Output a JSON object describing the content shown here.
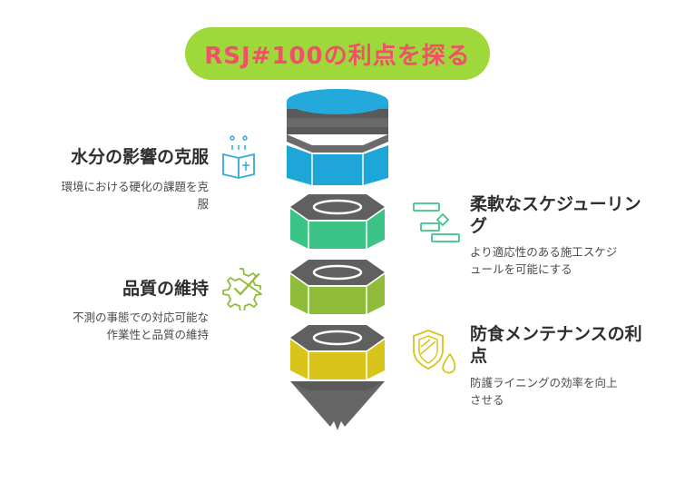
{
  "title": "RSJ#100の利点を探る",
  "items": [
    {
      "title": "水分の影響の克服",
      "desc": "環境における硬化の課題を克服",
      "desc_line1": "環境における硬化の課題を克",
      "desc_line2": "服",
      "icon": "book-droplets-icon",
      "color": "#2eaadc"
    },
    {
      "title_line1": "柔軟なスケジューリン",
      "title_line2": "グ",
      "desc_line1": "より適応性のある施工スケジ",
      "desc_line2": "ュールを可能にする",
      "icon": "schedule-gantt-icon",
      "color": "#3cc488"
    },
    {
      "title": "品質の維持",
      "desc_line1": "不測の事態での対応可能な",
      "desc_line2": "作業性と品質の維持",
      "icon": "gear-check-icon",
      "color": "#8fbd3a"
    },
    {
      "title_line1": "防食メンテナンスの利",
      "title_line2": "点",
      "desc_line1": "防護ライニングの効率を向上",
      "desc_line2": "させる",
      "icon": "shield-droplet-icon",
      "color": "#d9c41c"
    }
  ],
  "colors": {
    "blue": "#1fa6d8",
    "green": "#3cc488",
    "olive": "#8fbd3a",
    "yellow": "#d9c41c",
    "gray": "#666666",
    "accent": "#f0506a",
    "pill": "#9fd83a"
  }
}
